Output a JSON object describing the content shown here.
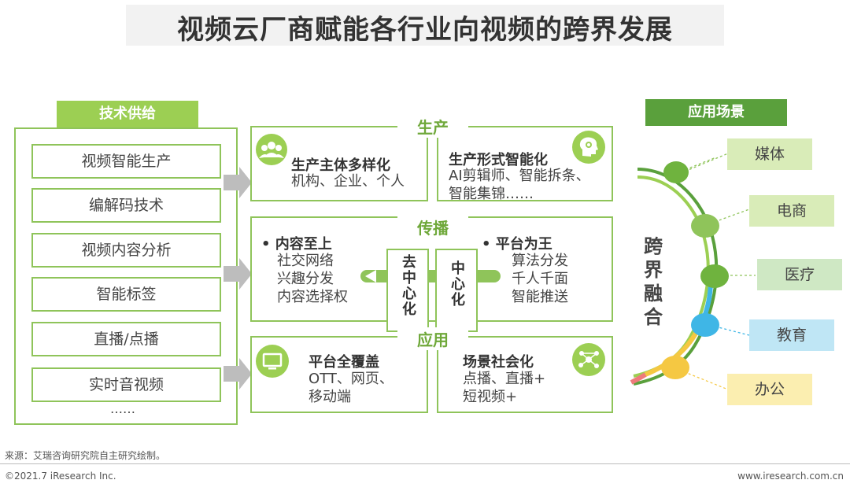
{
  "title": "视频云厂商赋能各行业向视频的跨界发展",
  "tech_supply": {
    "label": "技术供给",
    "items": [
      "视频智能生产",
      "编解码技术",
      "视频内容分析",
      "智能标签",
      "直播/点播",
      "实时音视频"
    ],
    "more": "……"
  },
  "production": {
    "title": "生产",
    "left": {
      "heading": "生产主体多样化",
      "text": "机构、企业、个人"
    },
    "right": {
      "heading": "生产形式智能化",
      "lines": [
        "AI剪辑师、智能拆条、",
        "智能集锦……"
      ]
    }
  },
  "dissemination": {
    "title": "传播",
    "left": {
      "heading": "• 内容至上",
      "lines": [
        "社交网络",
        "兴趣分发",
        "内容选择权"
      ]
    },
    "decentral": "去中心化",
    "central": "中心化",
    "right": {
      "heading": "• 平台为王",
      "lines": [
        "算法分发",
        "千人千面",
        "智能推送"
      ]
    }
  },
  "application": {
    "title": "应用",
    "left": {
      "heading": "平台全覆盖",
      "lines": [
        "OTT、网页、",
        "移动端"
      ]
    },
    "right": {
      "heading": "场景社会化",
      "lines": [
        "点播、直播+",
        "短视频+"
      ]
    }
  },
  "scenes": {
    "label": "应用场景",
    "cross": "跨界融合",
    "items": [
      {
        "name": "媒体",
        "color": "#d9ecb8"
      },
      {
        "name": "电商",
        "color": "#d9ecb8"
      },
      {
        "name": "医疗",
        "color": "#cfe8c4"
      },
      {
        "name": "教育",
        "color": "#bfe6f5"
      },
      {
        "name": "办公",
        "color": "#fbeeb0"
      }
    ]
  },
  "footer": {
    "source": "来源：艾瑞咨询研究院自主研究绘制。",
    "copyright": "©2021.7 iResearch Inc.",
    "website": "www.iresearch.com.cn"
  }
}
